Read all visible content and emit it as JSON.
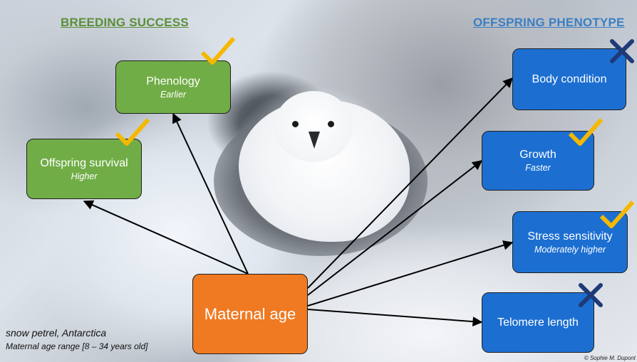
{
  "headings": {
    "left": "BREEDING SUCCESS",
    "right": "OFFSPRING PHENOTYPE"
  },
  "center": {
    "label": "Maternal age"
  },
  "breeding": [
    {
      "title": "Phenology",
      "subtitle": "Earlier",
      "mark": "check"
    },
    {
      "title": "Offspring survival",
      "subtitle": "Higher",
      "mark": "check"
    }
  ],
  "phenotype": [
    {
      "title": "Body condition",
      "subtitle": "",
      "mark": "cross"
    },
    {
      "title": "Growth",
      "subtitle": "Faster",
      "mark": "check"
    },
    {
      "title": "Stress sensitivity",
      "subtitle": "Moderately higher",
      "mark": "check"
    },
    {
      "title": "Telomere length",
      "subtitle": "",
      "mark": "cross"
    }
  ],
  "caption": {
    "species": "snow petrel, Antarctica",
    "range": "Maternal age range [8 – 34 years old]"
  },
  "credit": "© Sophie M. Dupont",
  "colors": {
    "breeding_box": "#71ad47",
    "phenotype_box": "#1c6fd1",
    "center_box": "#f07a22",
    "check": "#f5b800",
    "cross": "#1f3a78"
  }
}
